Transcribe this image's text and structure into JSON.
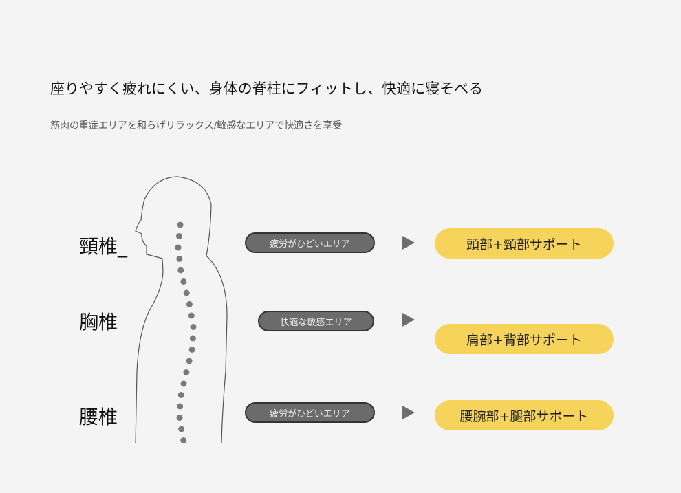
{
  "title": "座りやすく疲れにくい、身体の脊柱にフィットし、快適に寝そべる",
  "subtitle": "筋肉の重症エリアを和らげリラックス/敏感なエリアで快適さを享受",
  "rows": [
    {
      "label": "頸椎_",
      "area": "疲労がひどいエリア",
      "support": "頭部+頸部サポート"
    },
    {
      "label": "胸椎",
      "area": "快適な敏感エリア",
      "support": "肩部+背部サポート"
    },
    {
      "label": "腰椎",
      "area": "疲労がひどいエリア",
      "support": "腰腕部+腿部サポート"
    }
  ],
  "colors": {
    "accent": "#f6d35a",
    "pill": "#6b6b6b"
  }
}
